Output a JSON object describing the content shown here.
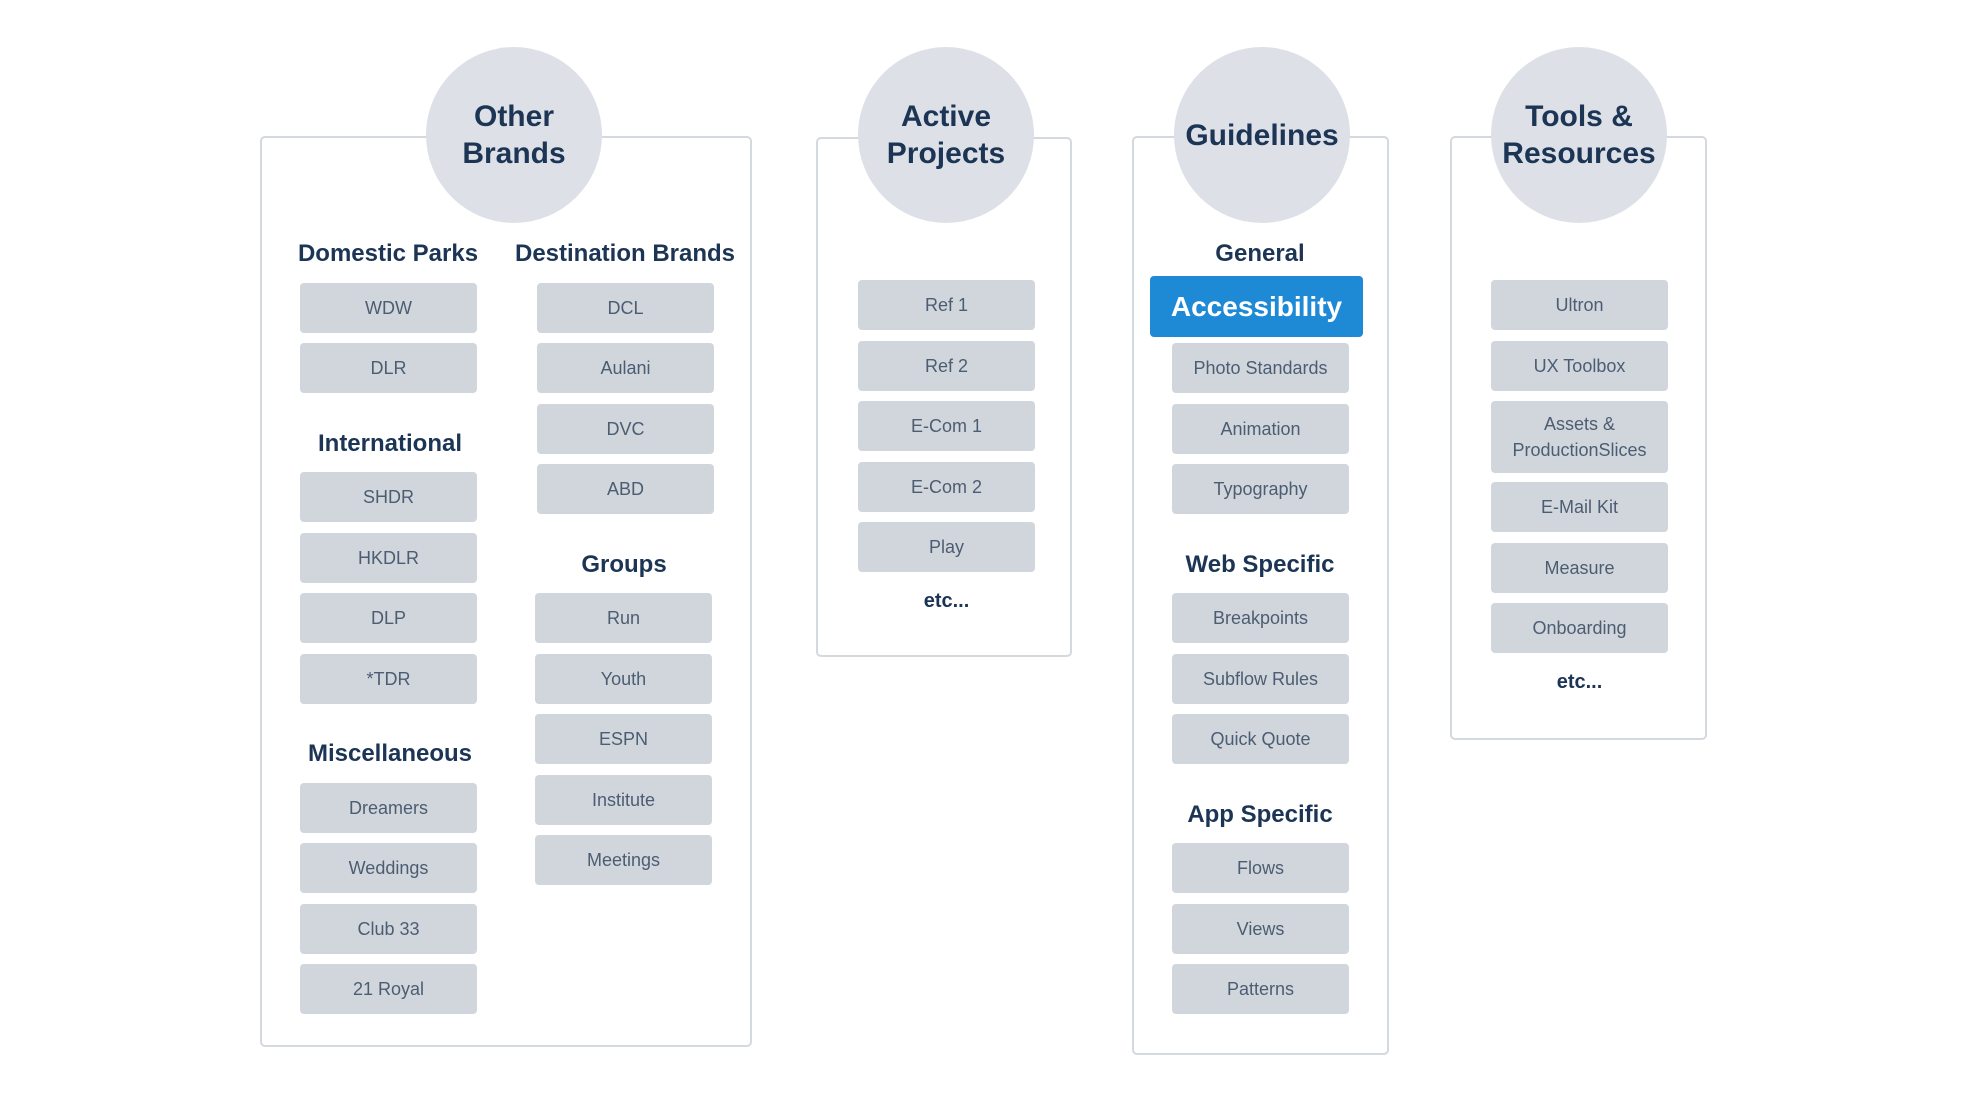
{
  "other_brands": {
    "title": "Other\nBrands",
    "domestic": {
      "heading": "Domestic Parks",
      "items": [
        "WDW",
        "DLR"
      ]
    },
    "international": {
      "heading": "International",
      "items": [
        "SHDR",
        "HKDLR",
        "DLP",
        "*TDR"
      ]
    },
    "misc": {
      "heading": "Miscellaneous",
      "items": [
        "Dreamers",
        "Weddings",
        "Club 33",
        "21 Royal"
      ]
    },
    "destination": {
      "heading": "Destination Brands",
      "items": [
        "DCL",
        "Aulani",
        "DVC",
        "ABD"
      ]
    },
    "groups": {
      "heading": "Groups",
      "items": [
        "Run",
        "Youth",
        "ESPN",
        "Institute",
        "Meetings"
      ]
    }
  },
  "active_projects": {
    "title": "Active\nProjects",
    "items": [
      "Ref 1",
      "Ref 2",
      "E-Com 1",
      "E-Com 2",
      "Play"
    ],
    "etc": "etc..."
  },
  "guidelines": {
    "title": "Guidelines",
    "general": {
      "heading": "General",
      "items": [
        "Accessibility",
        "Photo Standards",
        "Animation",
        "Typography"
      ]
    },
    "web": {
      "heading": "Web Specific",
      "items": [
        "Breakpoints",
        "Subflow Rules",
        "Quick Quote"
      ]
    },
    "app": {
      "heading": "App Specific",
      "items": [
        "Flows",
        "Views",
        "Patterns"
      ]
    }
  },
  "tools": {
    "title": "Tools &\nResources",
    "items": [
      "Ultron",
      "UX Toolbox",
      "Assets &\nProductionSlices",
      "E-Mail Kit",
      "Measure",
      "Onboarding"
    ],
    "etc": "etc..."
  }
}
